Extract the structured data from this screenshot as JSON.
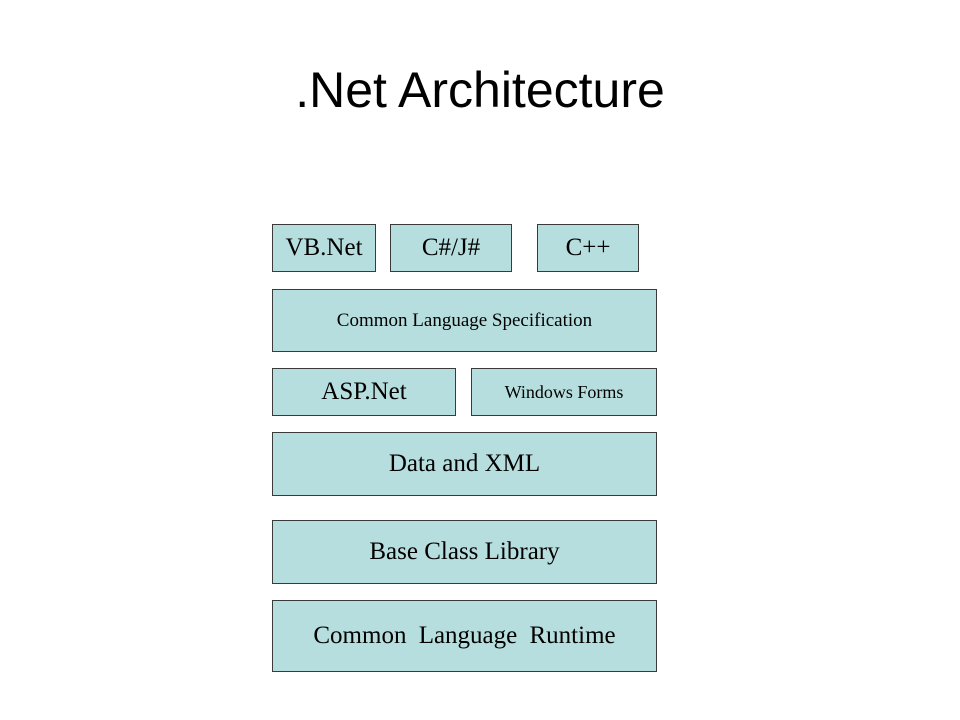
{
  "title": ".Net Architecture",
  "layers": {
    "languages": [
      "VB.Net",
      "C#/J#",
      "C++"
    ],
    "cls": "Common Language Specification",
    "frameworks": [
      "ASP.Net",
      "Windows Forms"
    ],
    "data_xml": "Data and XML",
    "bcl": "Base Class Library",
    "clr": "Common Language Runtime"
  },
  "colors": {
    "box_fill": "#b7dede",
    "box_border": "#3a3a3a",
    "text": "#000000",
    "background": "#ffffff"
  }
}
